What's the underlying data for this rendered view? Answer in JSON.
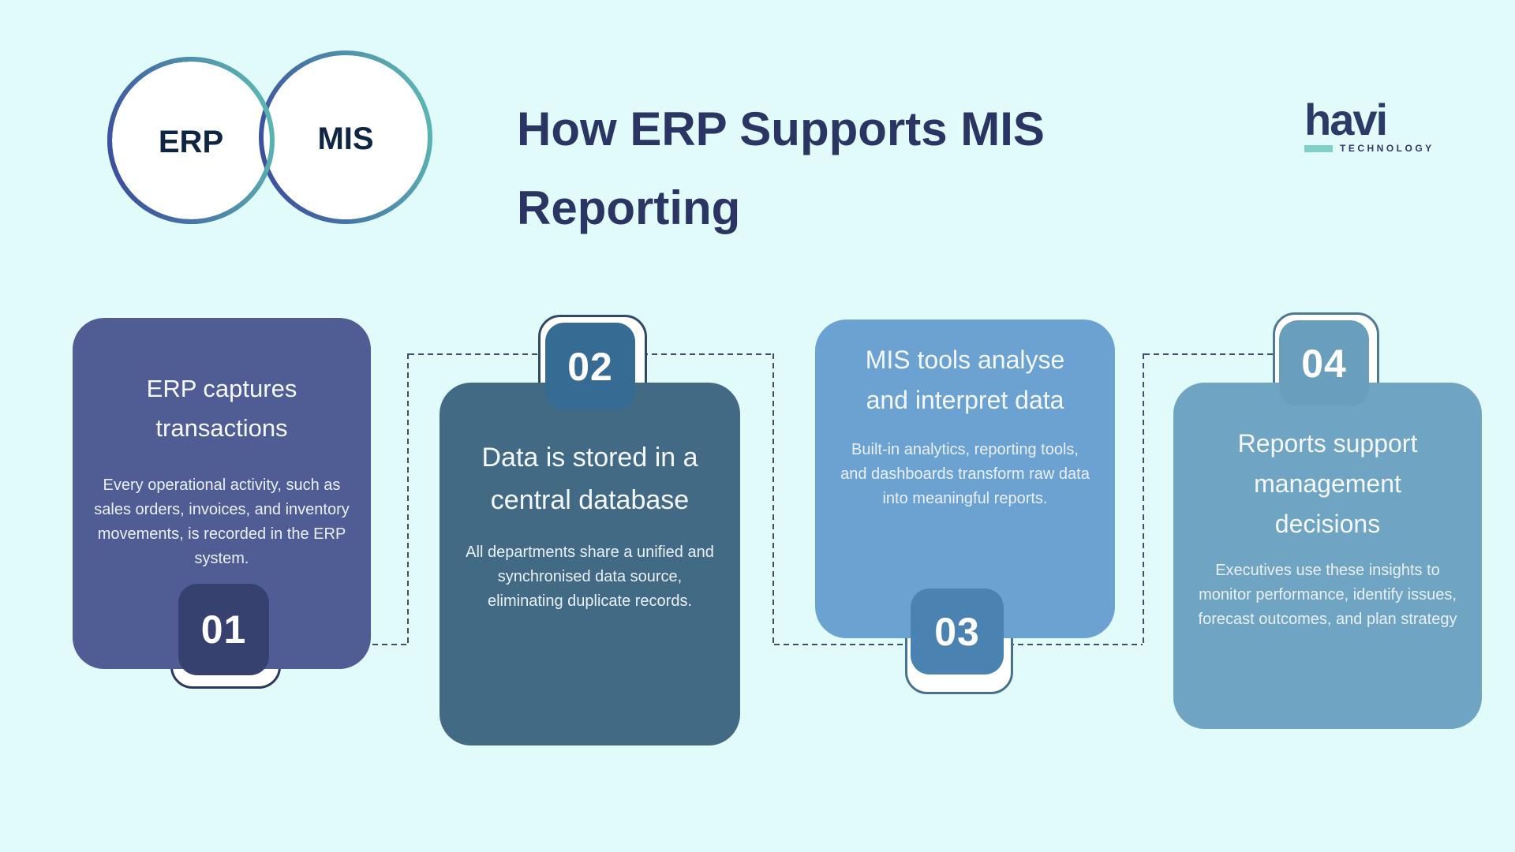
{
  "page": {
    "background_color": "#e1fafa",
    "dash_color": "#3f4e63"
  },
  "header": {
    "venn": {
      "left_label": "ERP",
      "right_label": "MIS",
      "border_gradient_start": "#3c4f9e",
      "border_gradient_end": "#5ab6b2",
      "label_color": "#0e2543"
    },
    "title": "How ERP Supports MIS Reporting",
    "title_color": "#2b3563",
    "logo": {
      "word": "havi",
      "tagline": "TECHNOLOGY",
      "word_color": "#2b3a66",
      "accent_bar_color": "#7fd0c8"
    }
  },
  "steps": [
    {
      "number": "01",
      "title": "ERP captures transactions",
      "description": "Every operational activity, such as sales orders, invoices, and inventory movements, is recorded in the ERP system.",
      "card_color": "#505c94",
      "badge_color": "#364170",
      "frame_border": "#2c365c",
      "badge_position": "bottom"
    },
    {
      "number": "02",
      "title": "Data is stored in a central database",
      "description": "All departments share a unified and synchronised data source, eliminating duplicate records.",
      "card_color": "#436a85",
      "badge_color": "#366c94",
      "frame_border": "#2f4a63",
      "badge_position": "top"
    },
    {
      "number": "03",
      "title": "MIS tools analyse and interpret data",
      "description": "Built-in analytics, reporting tools, and dashboards transform raw data into meaningful reports.",
      "card_color": "#6ba2d2",
      "badge_color": "#4a82b2",
      "frame_border": "#47718f",
      "badge_position": "bottom"
    },
    {
      "number": "04",
      "title": "Reports support management decisions",
      "description": "Executives use these insights to monitor performance, identify issues, forecast outcomes, and plan strategy",
      "card_color": "#6fa4c2",
      "badge_color": "#699fbd",
      "frame_border": "#4f7a90",
      "badge_position": "top"
    }
  ]
}
